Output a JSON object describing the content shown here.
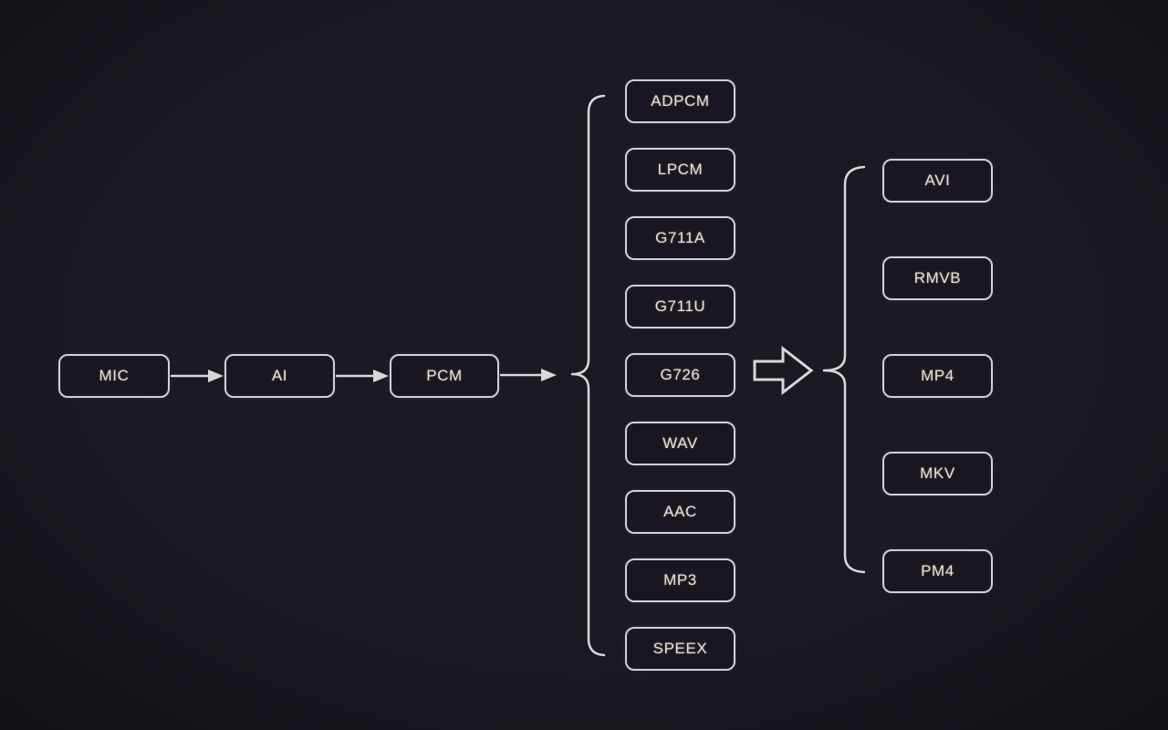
{
  "flow": {
    "nodes": [
      "MIC",
      "AI",
      "PCM"
    ]
  },
  "codecs": [
    "ADPCM",
    "LPCM",
    "G711A",
    "G711U",
    "G726",
    "WAV",
    "AAC",
    "MP3",
    "SPEEX"
  ],
  "containers": [
    "AVI",
    "RMVB",
    "MP4",
    "MKV",
    "PM4"
  ],
  "colors": {
    "background": "#1c1923",
    "box_fill": "#191621",
    "box_border": "#d2d0d3",
    "text": "#eae2d3",
    "line": "#d9d7da"
  }
}
